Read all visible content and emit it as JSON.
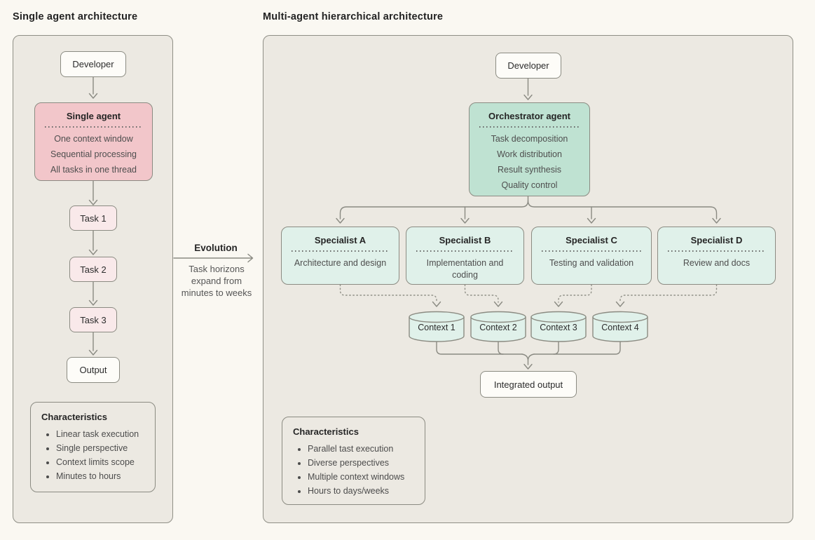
{
  "left": {
    "title": "Single agent architecture",
    "developer_label": "Developer",
    "agent": {
      "title": "Single agent",
      "items": [
        "One context window",
        "Sequential processing",
        "All tasks in one thread"
      ]
    },
    "tasks": [
      "Task 1",
      "Task 2",
      "Task 3"
    ],
    "output_label": "Output",
    "characteristics": {
      "title": "Characteristics",
      "items": [
        "Linear task execution",
        "Single perspective",
        "Context limits scope",
        "Minutes to hours"
      ]
    }
  },
  "evolution": {
    "label": "Evolution",
    "description": "Task horizons expand from minutes to weeks"
  },
  "right": {
    "title": "Multi-agent hierarchical architecture",
    "developer_label": "Developer",
    "orchestrator": {
      "title": "Orchestrator agent",
      "items": [
        "Task decomposition",
        "Work distribution",
        "Result synthesis",
        "Quality control"
      ]
    },
    "specialists": [
      {
        "title": "Specialist A",
        "description": "Architecture and design"
      },
      {
        "title": "Specialist B",
        "description": "Implementation and coding"
      },
      {
        "title": "Specialist C",
        "description": "Testing and validation"
      },
      {
        "title": "Specialist D",
        "description": "Review and docs"
      }
    ],
    "contexts": [
      "Context 1",
      "Context 2",
      "Context 3",
      "Context 4"
    ],
    "integrated_output_label": "Integrated output",
    "characteristics": {
      "title": "Characteristics",
      "items": [
        "Parallel tast execution",
        "Diverse perspectives",
        "Multiple context windows",
        "Hours to days/weeks"
      ]
    }
  },
  "colors": {
    "page_bg": "#faf8f2",
    "panel_bg": "#ece9e2",
    "agent_pink": "#f2c6ca",
    "task_pink": "#f9e9ea",
    "orchestrator_green": "#bfe2d2",
    "specialist_green": "#e0f1ea",
    "node_white": "#fdfcf8",
    "connector_gray": "#8a8a82"
  }
}
